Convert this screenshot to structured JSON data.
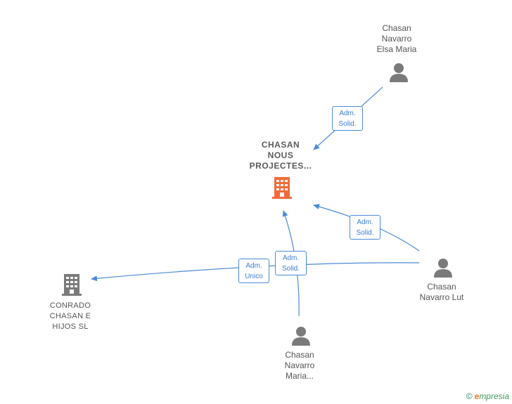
{
  "nodes": {
    "center": {
      "lines": [
        "CHASAN",
        "NOUS",
        "PROJECTES..."
      ]
    },
    "elsa": {
      "lines": [
        "Chasan",
        "Navarro",
        "Elsa Maria"
      ]
    },
    "lut": {
      "lines": [
        "Chasan",
        "Navarro Lut"
      ]
    },
    "maria": {
      "lines": [
        "Chasan",
        "Navarro",
        "Maria..."
      ]
    },
    "conrado": {
      "lines": [
        "CONRADO",
        "CHASAN E",
        "HIJOS  SL"
      ]
    }
  },
  "edge_labels": {
    "elsa_center": [
      "Adm.",
      "Solid."
    ],
    "lut_center": [
      "Adm.",
      "Solid."
    ],
    "maria_center": [
      "Adm.",
      "Solid."
    ],
    "lut_conrado": [
      "Adm.",
      "Unico"
    ]
  },
  "colors": {
    "edge": "#4a8bd8",
    "person": "#7a7a7a",
    "company_main": "#f26b3a",
    "company_other": "#7a7a7a"
  },
  "footer": {
    "copyright": "©",
    "brand_initial": "e",
    "brand_rest": "mpresia"
  }
}
